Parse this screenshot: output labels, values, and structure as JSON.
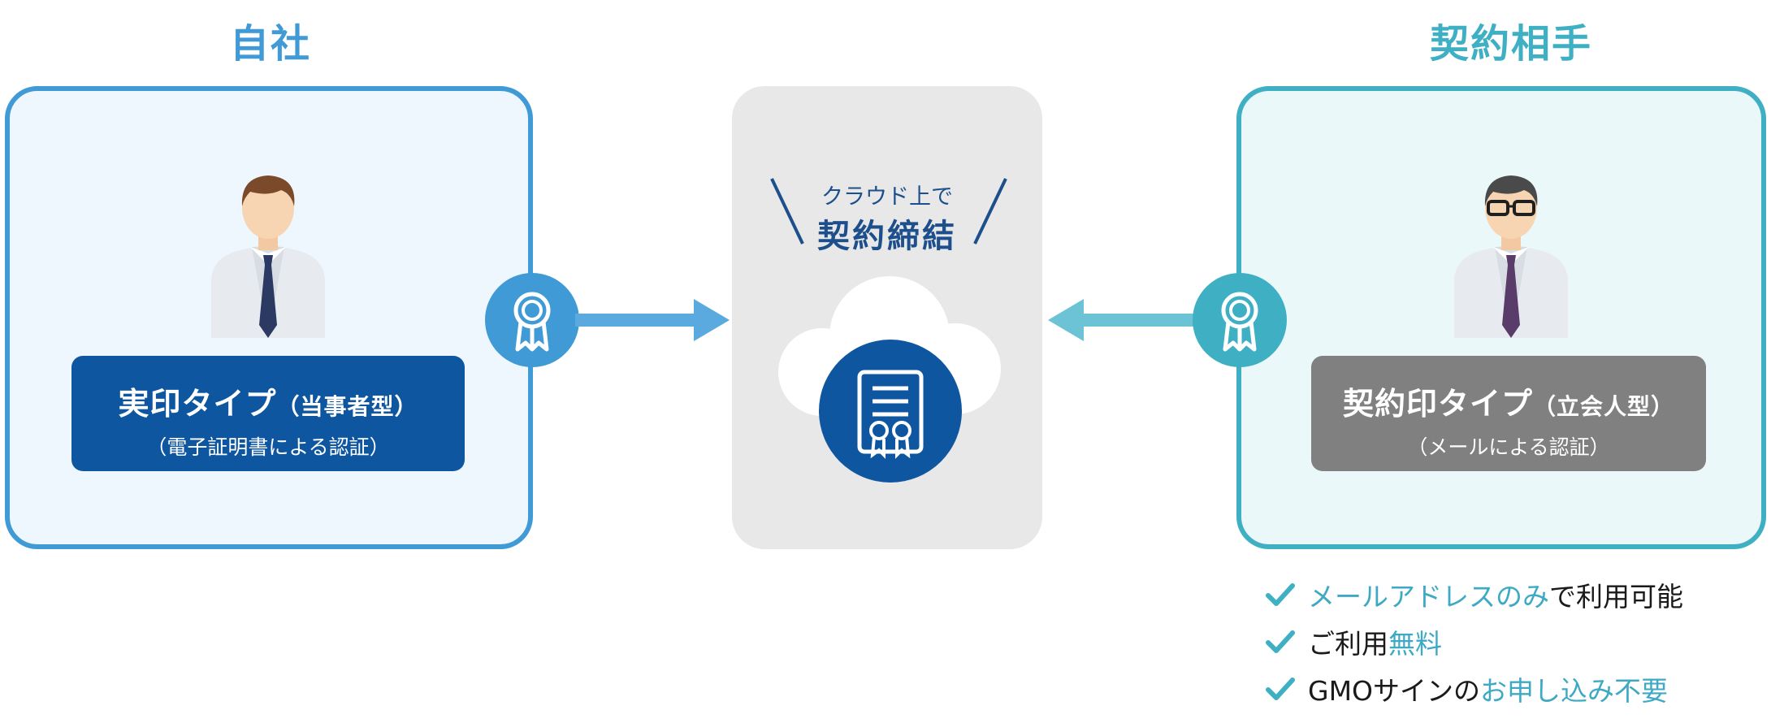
{
  "left": {
    "heading": "自社",
    "badge_title_main": "実印タイプ",
    "badge_title_sub": "（当事者型）",
    "badge_note": "（電子証明書による認証）"
  },
  "center": {
    "top_text": "クラウド上で",
    "main_text": "契約締結"
  },
  "right": {
    "heading": "契約相手",
    "badge_title_main": "契約印タイプ",
    "badge_title_sub": "（立会人型）",
    "badge_note": "（メールによる認証）"
  },
  "bullets": [
    {
      "highlight": "メールアドレスのみ",
      "rest": "で利用可能"
    },
    {
      "prefix": "ご利用",
      "highlight": "無料"
    },
    {
      "prefix": "GMOサインの",
      "highlight": "お申し込み不要"
    }
  ],
  "colors": {
    "left_accent": "#3f9ad6",
    "right_accent": "#3fb0c4",
    "left_badge": "#0f56a0",
    "right_badge": "#808080",
    "cloud_panel": "#e8e8e8",
    "cloud_icon": "#0f56a0"
  },
  "icons": {
    "left_person": "businessman-icon",
    "right_person": "businessman-glasses-icon",
    "seal": "award-ribbon-icon",
    "document": "certificate-document-icon",
    "check": "check-icon"
  }
}
